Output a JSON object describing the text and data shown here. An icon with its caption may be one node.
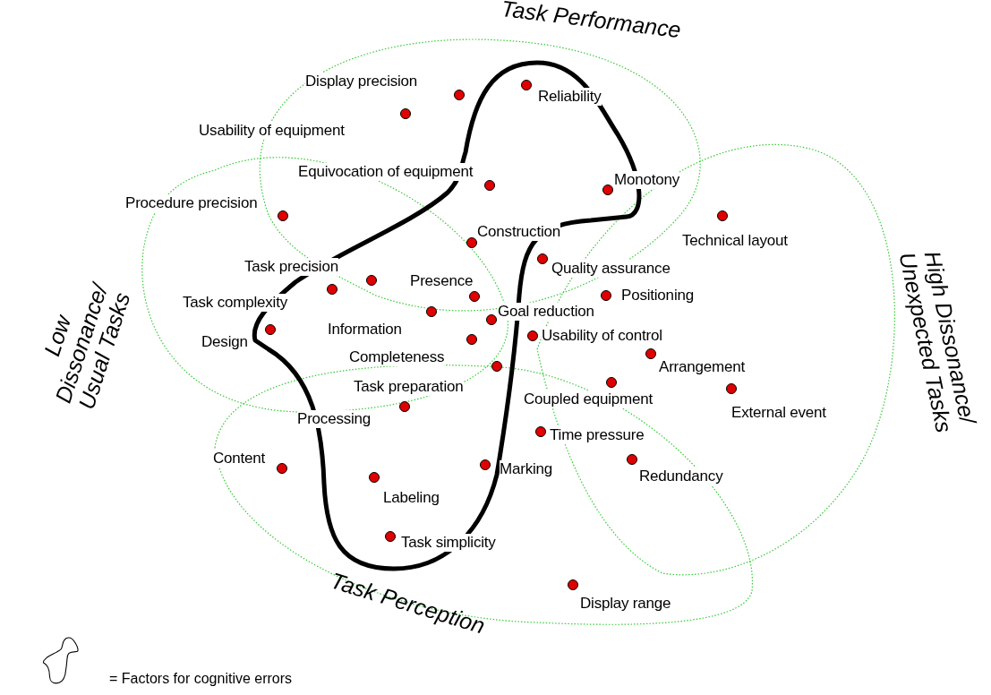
{
  "diagram": {
    "nodes": [
      {
        "text": [
          "Task Performance"
        ]
      },
      {
        "text": [
          "Low Dissonance/ Usual Tasks"
        ]
      },
      {
        "text": [
          "High Dissonance/ Unexpected Tasks"
        ]
      },
      {
        "text": [
          "Task Perception"
        ]
      }
    ],
    "edges": [],
    "labels": [
      "Display precision",
      "Reliability",
      "Usability of equipment",
      "Equivocation of equipment",
      "Monotony",
      "Procedure precision",
      "Construction",
      "Technical layout",
      "Task precision",
      "Quality assurance",
      "Presence",
      "Positioning",
      "Task complexity",
      "Goal reduction",
      "Information",
      "Usability of control",
      "Design",
      "Completeness",
      "Arrangement",
      "Task preparation",
      "Coupled equipment",
      "External event",
      "Processing",
      "Time pressure",
      "Content",
      "Marking",
      "Redundancy",
      "Labeling",
      "Task simplicity",
      "Display range"
    ],
    "legend": [
      {
        "text": "= Factors for cognitive errors"
      }
    ]
  }
}
